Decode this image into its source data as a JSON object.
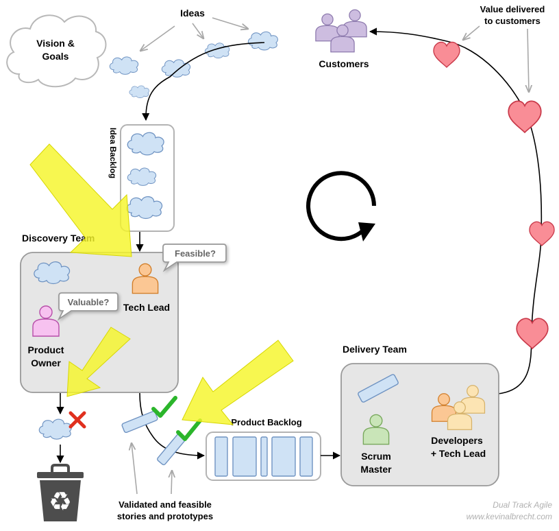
{
  "labels": {
    "vision_line1": "Vision &",
    "vision_line2": "Goals",
    "ideas": "Ideas",
    "customers": "Customers",
    "value_line1": "Value delivered",
    "value_line2": "to customers",
    "idea_backlog": "Idea Backlog",
    "discovery_team": "Discovery Team",
    "feasible": "Feasible?",
    "valuable": "Valuable?",
    "tech_lead": "Tech Lead",
    "product_owner_line1": "Product",
    "product_owner_line2": "Owner",
    "product_backlog": "Product Backlog",
    "delivery_team": "Delivery Team",
    "scrum_master_line1": "Scrum",
    "scrum_master_line2": "Master",
    "developers_line1": "Developers",
    "developers_line2": "+ Tech Lead",
    "validated_line1": "Validated and feasible",
    "validated_line2": "stories and prototypes",
    "footer_line1": "Dual Track Agile",
    "footer_line2": "www.kevinalbrecht.com"
  },
  "colors": {
    "cloud_fill": "#cfe2f5",
    "cloud_stroke": "#6f93c2",
    "team_box": "#e6e6e6",
    "highlight_arrow": "#f5f52a",
    "heart": "#f98d96",
    "customers_person": "#cdbde0",
    "tech_lead_person": "#fbc794",
    "product_owner_person": "#f7c2f0",
    "scrum_master_person": "#c9e5b8",
    "developer_person": "#fce4b3",
    "check": "#2bb52b",
    "reject_x": "#e0301e",
    "trash_can": "#4d4d4d"
  },
  "icons": [
    "cloud-icon",
    "person-icon",
    "heart-icon",
    "checkmark-icon",
    "x-mark-icon",
    "trash-can-icon",
    "recycle-icon",
    "cycle-icon",
    "speech-bubble-icon"
  ]
}
